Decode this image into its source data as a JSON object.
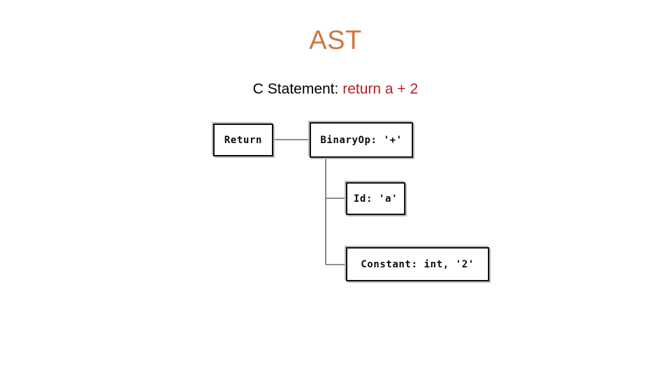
{
  "slide": {
    "title": "AST",
    "title_color": "#D2763C",
    "background_color": "#FFFFFF"
  },
  "subtitle": {
    "label": "C Statement:",
    "label_color": "#000000",
    "code": "return a + 2",
    "code_color": "#B41E24"
  },
  "diagram": {
    "type": "ast-tree",
    "nodes": [
      {
        "id": "return",
        "label": "Return"
      },
      {
        "id": "binaryop",
        "label": "BinaryOp: '+'"
      },
      {
        "id": "id",
        "label": "Id: 'a'"
      },
      {
        "id": "constant",
        "label": "Constant: int, '2'"
      }
    ],
    "edges": [
      {
        "from": "return",
        "to": "binaryop"
      },
      {
        "from": "binaryop",
        "to": "id"
      },
      {
        "from": "binaryop",
        "to": "constant"
      }
    ],
    "edge_color": "#6b6b6b",
    "node_border_color": "#111111",
    "node_shadow_color": "#B9B9B9",
    "node_fill_color": "#FFFFFF"
  }
}
